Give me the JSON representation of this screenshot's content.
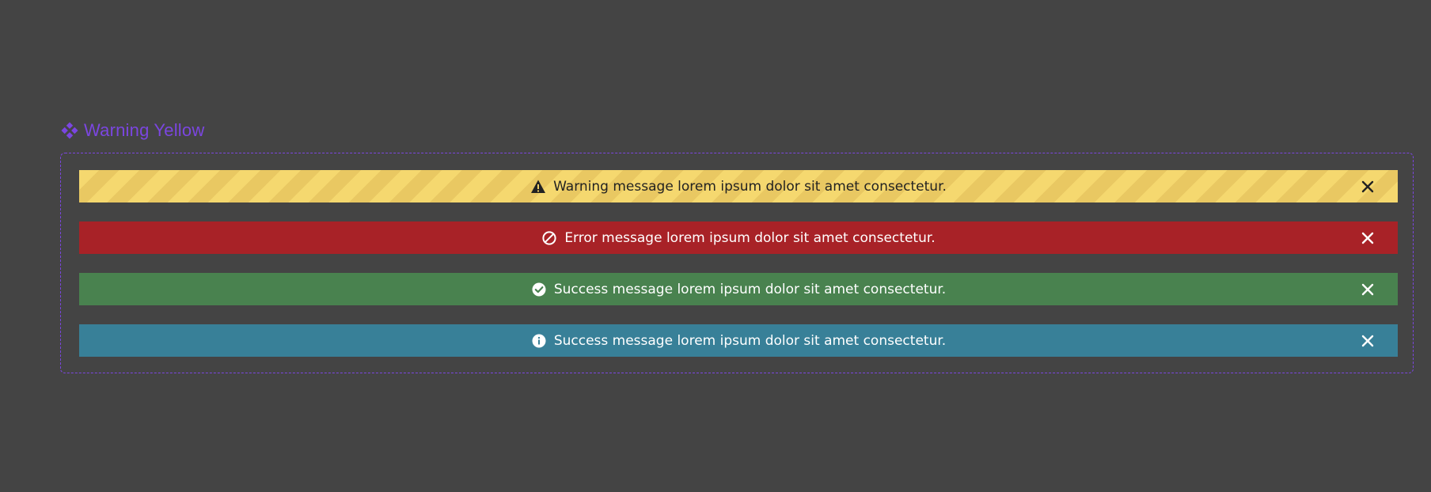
{
  "component": {
    "title": "Warning Yellow",
    "accent_color": "#7b46e0",
    "header_icon": "component-diamond-icon"
  },
  "alerts": [
    {
      "variant": "warning",
      "icon": "warning-triangle-icon",
      "message": "Warning message lorem ipsum dolor sit amet consectetur.",
      "background": "#f0cf66",
      "text_color": "#222222",
      "close_icon": "close-icon"
    },
    {
      "variant": "error",
      "icon": "ban-icon",
      "message": "Error message lorem ipsum dolor sit amet consectetur.",
      "background": "#a82227",
      "text_color": "#ffffff",
      "close_icon": "close-icon"
    },
    {
      "variant": "success",
      "icon": "check-circle-icon",
      "message": "Success message lorem ipsum dolor sit amet consectetur.",
      "background": "#49824f",
      "text_color": "#ffffff",
      "close_icon": "close-icon"
    },
    {
      "variant": "info",
      "icon": "info-circle-icon",
      "message": "Success message lorem ipsum dolor sit amet consectetur.",
      "background": "#388098",
      "text_color": "#ffffff",
      "close_icon": "close-icon"
    }
  ]
}
